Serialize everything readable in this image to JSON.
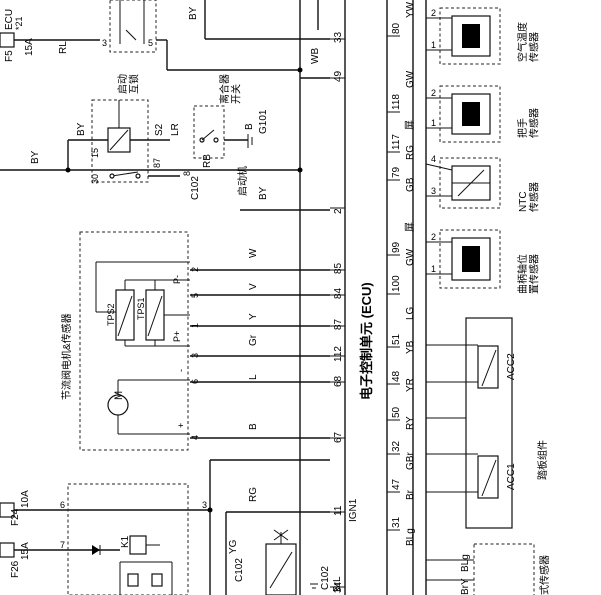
{
  "ecu": {
    "title": "电子控制单元 (ECU)",
    "pins": [
      "33",
      "49",
      "2",
      "85",
      "84",
      "87",
      "112",
      "68",
      "67",
      "11",
      "34",
      "80",
      "118",
      "117",
      "79",
      "99",
      "100",
      "51",
      "48",
      "50",
      "32",
      "47",
      "31"
    ],
    "wires": {
      "33": "WB",
      "49": "",
      "85": "W",
      "84": "V",
      "87": "Y",
      "112": "Gr",
      "68": "L",
      "67": "B",
      "11": "RG",
      "34": "BrL",
      "80": "YW",
      "118": "GW",
      "117": "RG",
      "79": "GB",
      "99": "GW",
      "100": "LG",
      "51": "YB",
      "48": "YR",
      "50": "RY",
      "32": "GBr",
      "47": "Br",
      "31": "BLg"
    }
  },
  "left": {
    "ecu_top": "ECU",
    "ecu_sub": "*21",
    "fuse_f5": "F5",
    "fuse_f5_amp": "15A",
    "rl": "RL",
    "by_top": "BY",
    "fuse_f26": "F26",
    "fuse_f26_amp": "15A",
    "fuse_f24": "F24",
    "fuse_f24_amp": "10A",
    "k1": "K1",
    "ign1": "IGN1",
    "yg": "YG",
    "c102": "C102",
    "c102b": "C102",
    "brl_label": "BrL"
  },
  "relay": {
    "name": "启动\n互锁",
    "by": "BY",
    "s2": "S2",
    "lr": "LR",
    "pin15": "15",
    "pin87": "87",
    "pin30": "30",
    "by_left": "BY"
  },
  "clutch": {
    "name": "离合器\n开关",
    "b": "B",
    "g101": "G101",
    "rb": "RB",
    "c102": "C102",
    "pin8": "8",
    "starter": "启动机",
    "by": "BY"
  },
  "throttle": {
    "name": "节流阀电机&传感器",
    "tps1": "TPS1",
    "tps2": "TPS2",
    "p_minus": "P-",
    "p_plus": "P+",
    "m": "M",
    "plus": "+",
    "minus": "-",
    "pins": [
      "2",
      "5",
      "1",
      "3",
      "6",
      "4"
    ]
  },
  "sensors": {
    "air_temp": "空气温度\n传感器",
    "handle": "把手\n传感器",
    "ntc": "NTC\n传感器",
    "crank": "曲柄轴位\n置传感器",
    "pedal": "踏板组件",
    "acc1": "ACC1",
    "acc2": "ACC2",
    "shield": "屏",
    "bottom": "式传感器"
  }
}
